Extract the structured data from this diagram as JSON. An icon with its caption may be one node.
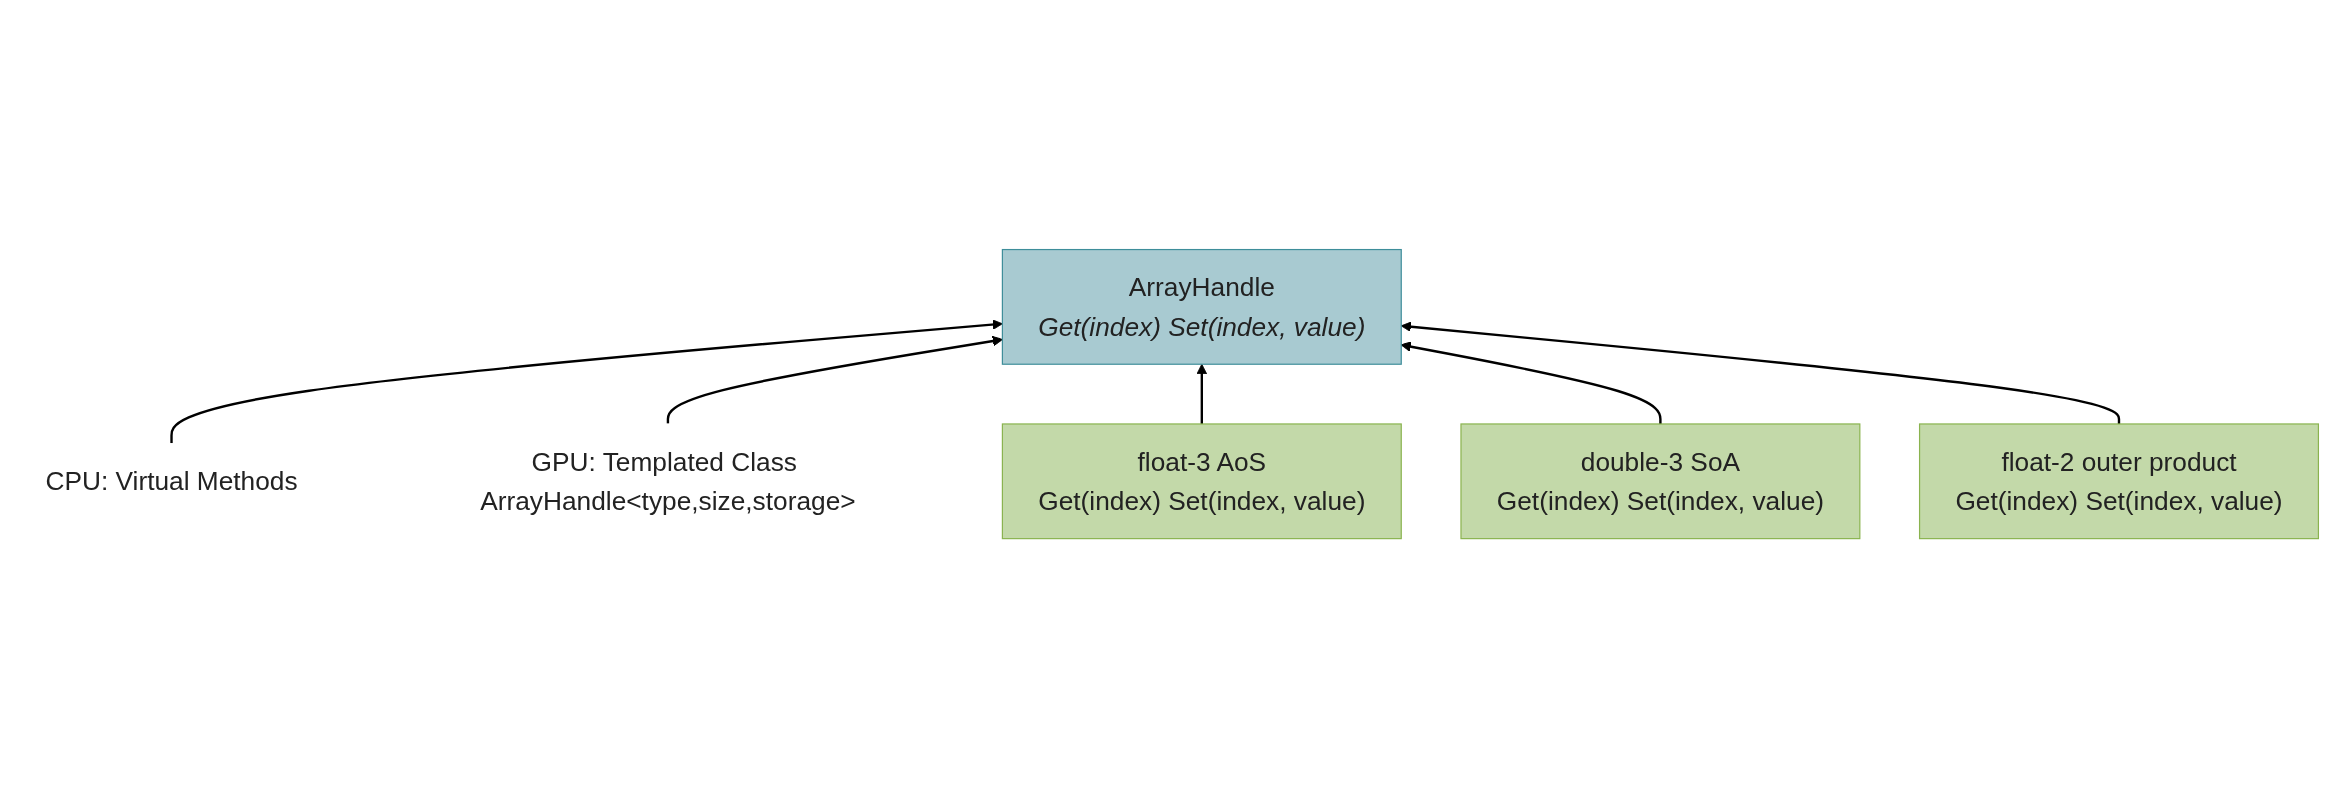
{
  "diagram": {
    "nodes": [
      {
        "text": [
          "ArrayHandle",
          "Get(index) Set(index, value)"
        ]
      },
      {
        "text": [
          "CPU: Virtual Methods"
        ]
      },
      {
        "text": [
          "GPU: Templated Class ArrayHandle<type,size,storage>"
        ]
      },
      {
        "text": [
          "float-3 AoS",
          "Get(index) Set(index, value)"
        ]
      },
      {
        "text": [
          "double-3 SoA",
          "Get(index) Set(index, value)"
        ]
      },
      {
        "text": [
          "float-2 outer product",
          "Get(index) Set(index, value)"
        ]
      }
    ],
    "edges": [
      {
        "from": 1,
        "to": 0,
        "arrow": "to"
      },
      {
        "from": 2,
        "to": 0,
        "arrow": "to"
      },
      {
        "from": 3,
        "to": 0,
        "arrow": "to"
      },
      {
        "from": 4,
        "to": 0,
        "arrow": "to"
      },
      {
        "from": 5,
        "to": 0,
        "arrow": "to"
      }
    ]
  }
}
